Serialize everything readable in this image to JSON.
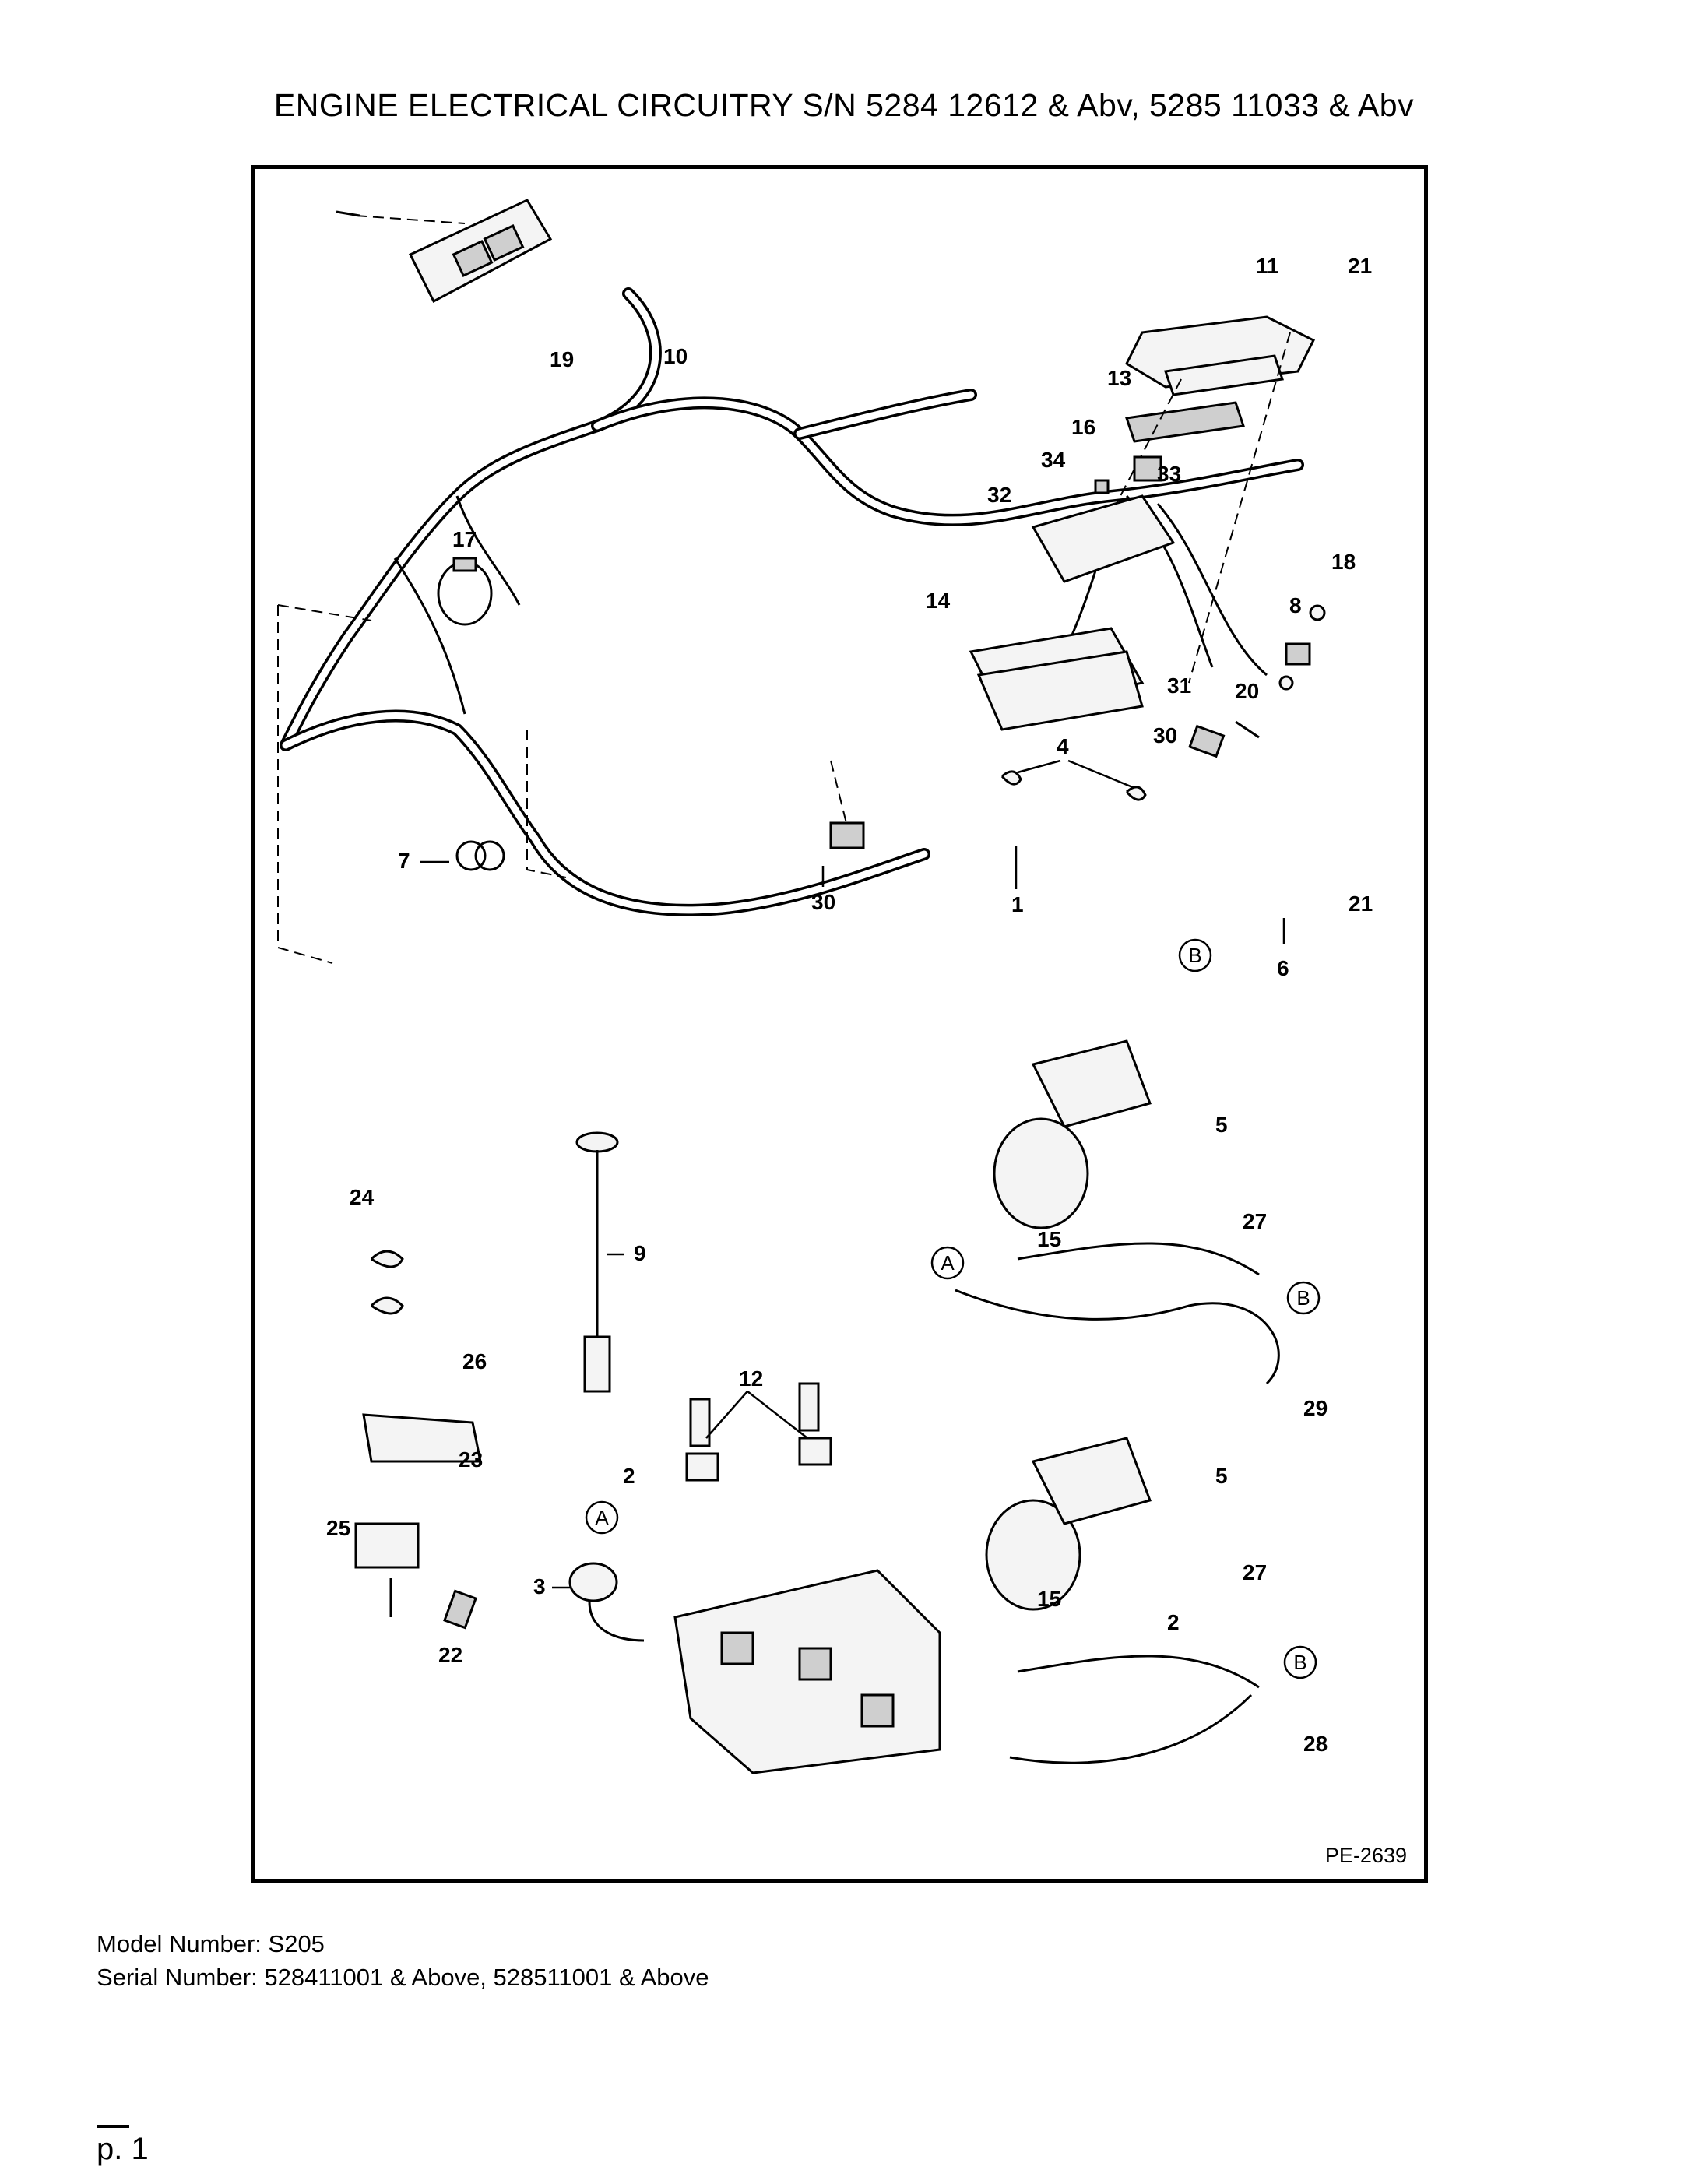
{
  "title": "ENGINE ELECTRICAL CIRCUITRY S/N 5284 12612 & Abv, 5285 11033 & Abv",
  "figure_ref": "PE-2639",
  "callouts": [
    "1",
    "2",
    "3",
    "4",
    "5",
    "6",
    "7",
    "8",
    "9",
    "10",
    "11",
    "12",
    "13",
    "14",
    "15",
    "16",
    "17",
    "18",
    "19",
    "20",
    "21",
    "22",
    "23",
    "24",
    "25",
    "26",
    "27",
    "28",
    "29",
    "30",
    "31",
    "32",
    "33",
    "34"
  ],
  "connector_letters": [
    "A",
    "B"
  ],
  "footer": {
    "model": "Model Number: S205",
    "serial": "Serial Number: 528411001 & Above, 528511001 & Above"
  },
  "page": "p. 1"
}
